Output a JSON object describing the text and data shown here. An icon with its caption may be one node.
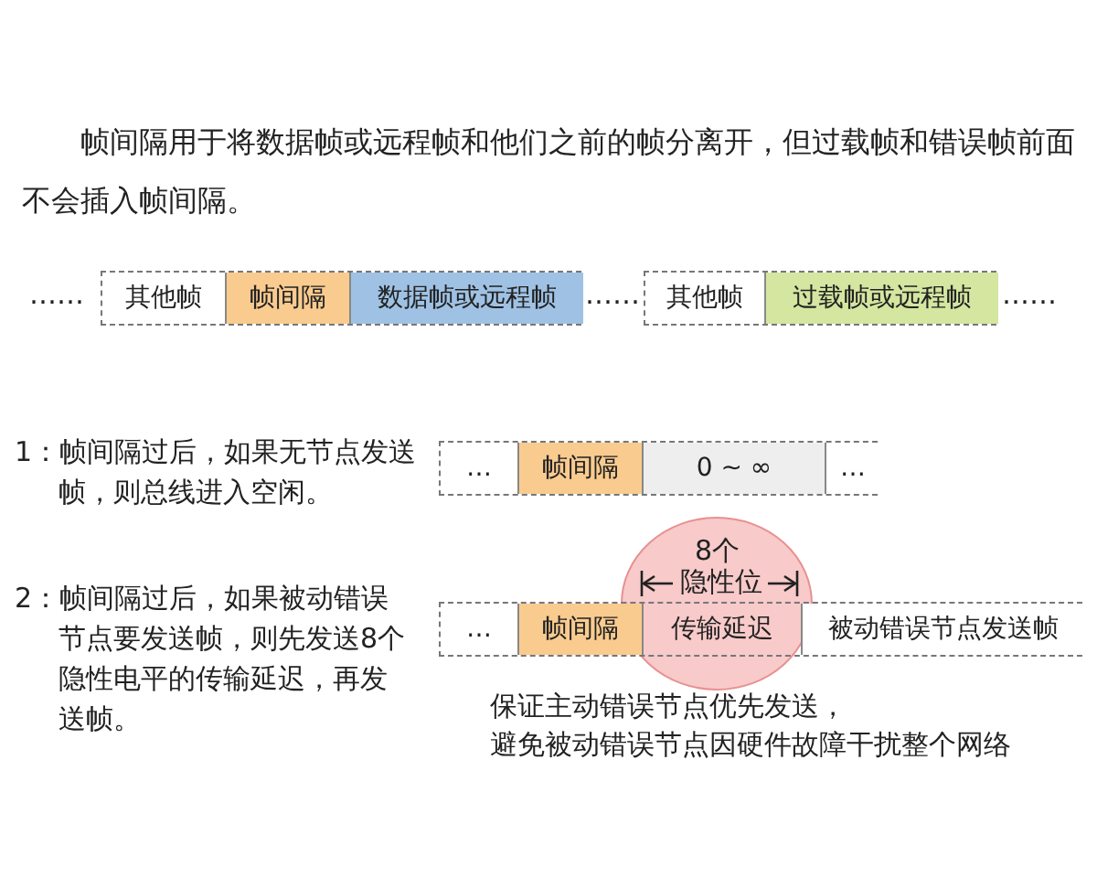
{
  "diagram": {
    "title": "帧间隔用于将数据帧或远程帧和他们之前的帧分离开，但过载帧和错误帧前面不会插入帧间隔。",
    "nodes": [
      {
        "text": [
          "其他帧"
        ]
      },
      {
        "text": [
          "帧间隔"
        ]
      },
      {
        "text": [
          "数据帧或远程帧"
        ]
      },
      {
        "text": [
          "其他帧"
        ]
      },
      {
        "text": [
          "过载帧或远程帧"
        ]
      },
      {
        "text": [
          "…"
        ]
      },
      {
        "text": [
          "帧间隔"
        ]
      },
      {
        "text": [
          "0 ~ ∞"
        ]
      },
      {
        "text": [
          "…"
        ]
      },
      {
        "text": [
          "…"
        ]
      },
      {
        "text": [
          "帧间隔"
        ]
      },
      {
        "text": [
          "传输延迟"
        ]
      },
      {
        "text": [
          "被动错误节点发送帧"
        ]
      }
    ],
    "edges": [],
    "labels": [
      "……",
      "……",
      "……",
      "1：帧间隔过后，如果无节点发送帧，则总线进入空闲。",
      "2：帧间隔过后，如果被动错误节点要发送帧，则先发送8个隐性电平的传输延迟，再发送帧。",
      "8个",
      "隐性位",
      "保证主动错误节点优先发送，",
      "避免被动错误节点因硬件故障干扰整个网络"
    ]
  }
}
